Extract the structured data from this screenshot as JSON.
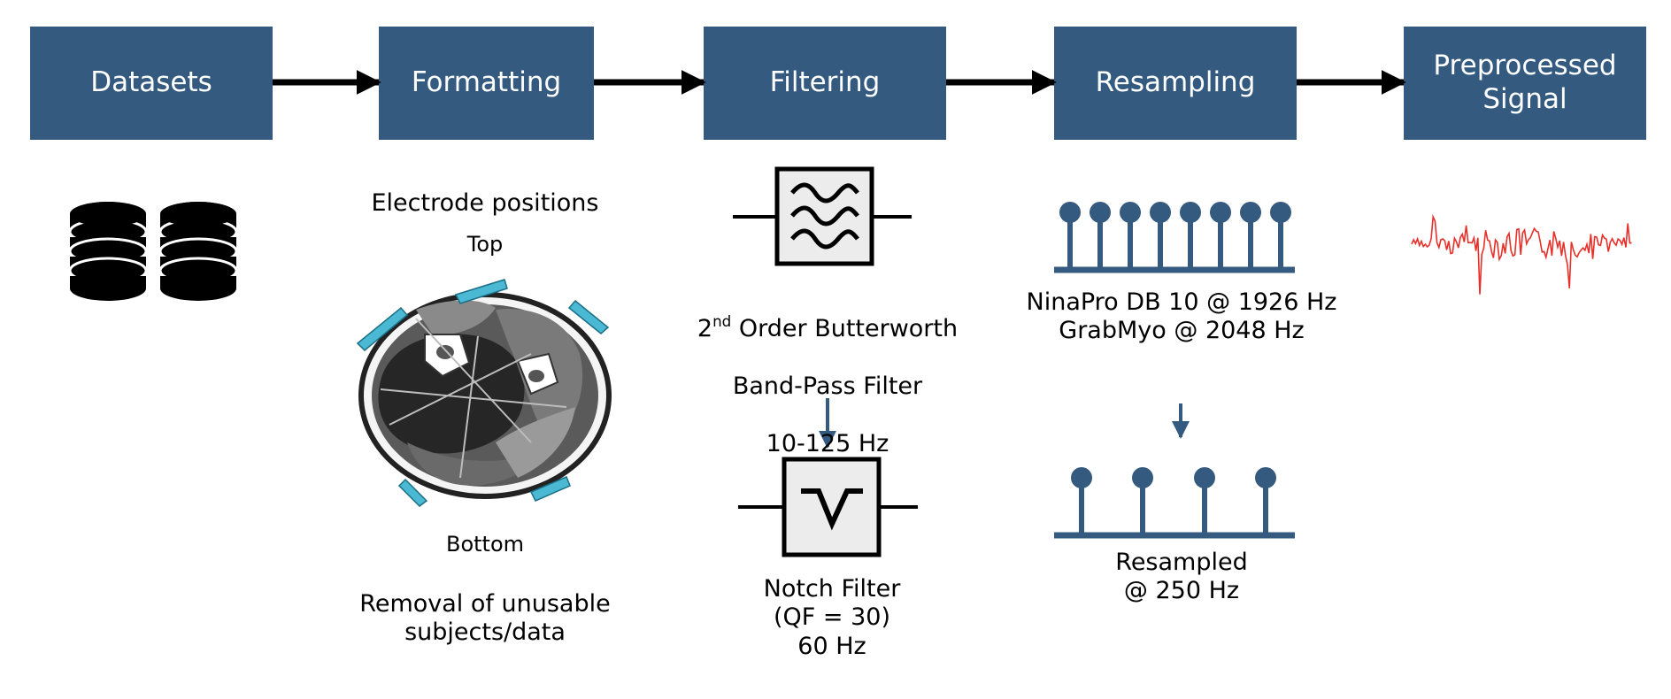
{
  "stages": [
    {
      "label": "Datasets"
    },
    {
      "label": "Formatting"
    },
    {
      "label": "Filtering"
    },
    {
      "label": "Resampling"
    },
    {
      "label": "Preprocessed\nSignal"
    }
  ],
  "formatting": {
    "electrode_title": "Electrode positions",
    "top_label": "Top",
    "bottom_label": "Bottom",
    "removal_text": "Removal of unusable\nsubjects/data"
  },
  "filtering": {
    "bandpass_order": "2",
    "bandpass_sup": "nd",
    "bandpass_line1_rest": " Order Butterworth",
    "bandpass_line2": "Band-Pass Filter",
    "bandpass_line3": "10-125 Hz",
    "notch_text": "Notch Filter\n(QF = 30)\n60 Hz"
  },
  "resampling": {
    "source_rates": "NinaPro DB 10 @ 1926 Hz\nGrabMyo @ 2048 Hz",
    "resampled_text": "Resampled\n@ 250 Hz"
  },
  "icons": {
    "datasets": "database-icon",
    "bandpass": "band-pass-filter-icon",
    "notch": "notch-filter-icon",
    "sampling": "sample-stem-icon",
    "signal": "emg-signal-waveform",
    "forearm": "forearm-cross-section-image"
  },
  "colors": {
    "stage_fill": "#345a80",
    "stage_text": "#ffffff",
    "arrow": "#000000",
    "down_arrow": "#345a80",
    "stem": "#345a80",
    "signal": "#e8302a",
    "electrode": "#4bb8d4",
    "filter_fill": "#ececec"
  }
}
